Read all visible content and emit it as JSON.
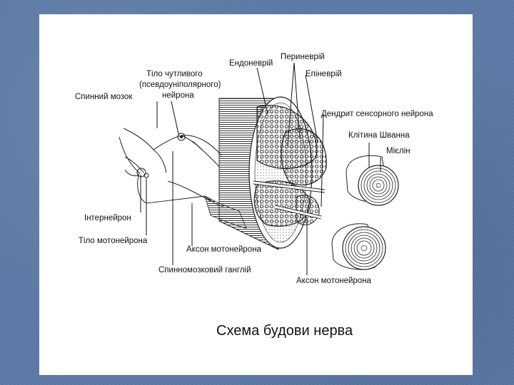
{
  "labels": {
    "perineurium": "Периневрій",
    "endoneurium": "Ендоневрій",
    "epineurium": "Епіневрій",
    "sensory_body_l1": "Тіло чутливого",
    "sensory_body_l2": "(псевдоуніполярного)",
    "sensory_body_l3": "нейрона",
    "spinal_cord": "Спинний мозок",
    "sensory_dendrite": "Дендрит сенсорного нейрона",
    "schwann_cell": "Клітина Шванна",
    "myelin": "Мієлін",
    "interneuron": "Інтернейрон",
    "motoneuron_body": "Тіло мотонейрона",
    "motoneuron_axon_1": "Аксон мотонейрона",
    "spinal_ganglion": "Спинномозковий ганглій",
    "motoneuron_axon_2": "Аксон мотонейрона"
  },
  "caption": "Схема будови нерва"
}
